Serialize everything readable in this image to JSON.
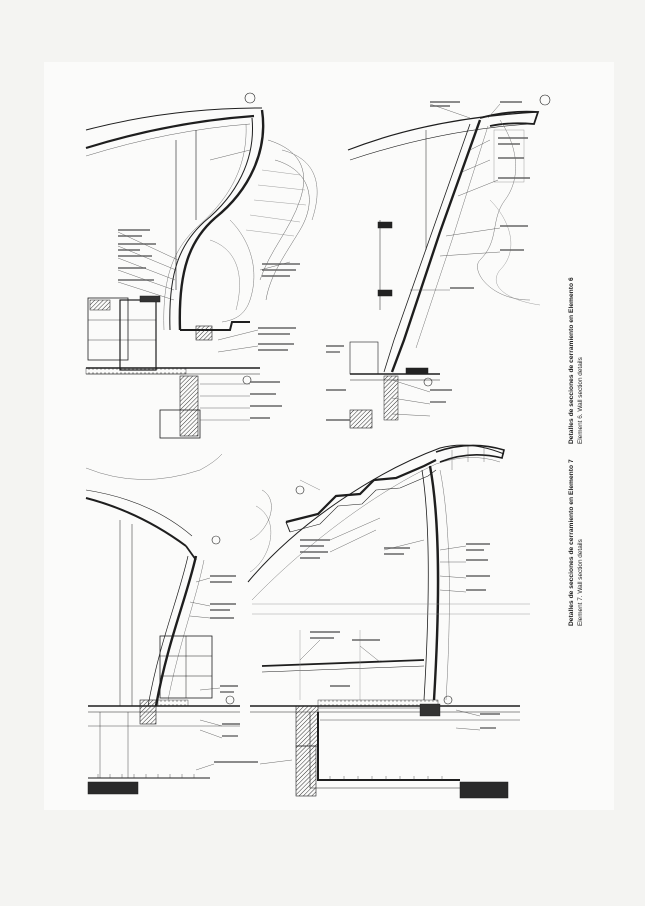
{
  "sheet": {
    "title_element_6": "Detalles de secciones de cerramiento en Elemento 6",
    "subtitle_element_6": "Element 6. Wall section details",
    "title_element_7": "Detalles de secciones de cerramiento en Elemento 7",
    "subtitle_element_7": "Element 7. Wall section details"
  },
  "colors": {
    "ink": "#1e1e1e",
    "thin_line": "#555555",
    "paper": "#fbfbfa",
    "hatch": "#444444"
  },
  "details": [
    {
      "name": "element-6-left-section"
    },
    {
      "name": "element-6-right-section"
    },
    {
      "name": "element-7-left-section"
    },
    {
      "name": "element-7-right-section"
    }
  ]
}
